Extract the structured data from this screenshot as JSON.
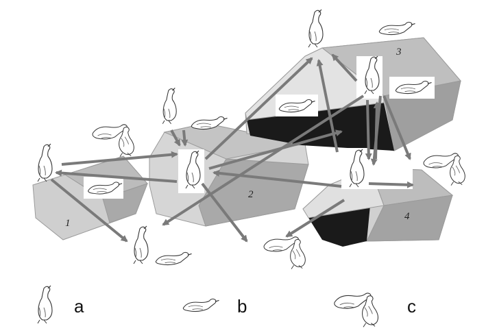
{
  "boxes": [
    {
      "id": "1",
      "label": "1"
    },
    {
      "id": "2",
      "label": "2"
    },
    {
      "id": "3",
      "label": "3"
    },
    {
      "id": "4",
      "label": "4"
    }
  ],
  "legend": [
    {
      "key": "a",
      "label": "a",
      "icon": "upright-bird-icon"
    },
    {
      "key": "b",
      "label": "b",
      "icon": "lying-bird-icon"
    },
    {
      "key": "c",
      "label": "c",
      "icon": "bird-pair-icon"
    }
  ],
  "colors": {
    "box_light": "#d9d9d9",
    "box_mid": "#bdbdbd",
    "box_dark": "#9e9e9e",
    "shadow": "#1a1a1a",
    "arrow": "#7a7a7a"
  }
}
